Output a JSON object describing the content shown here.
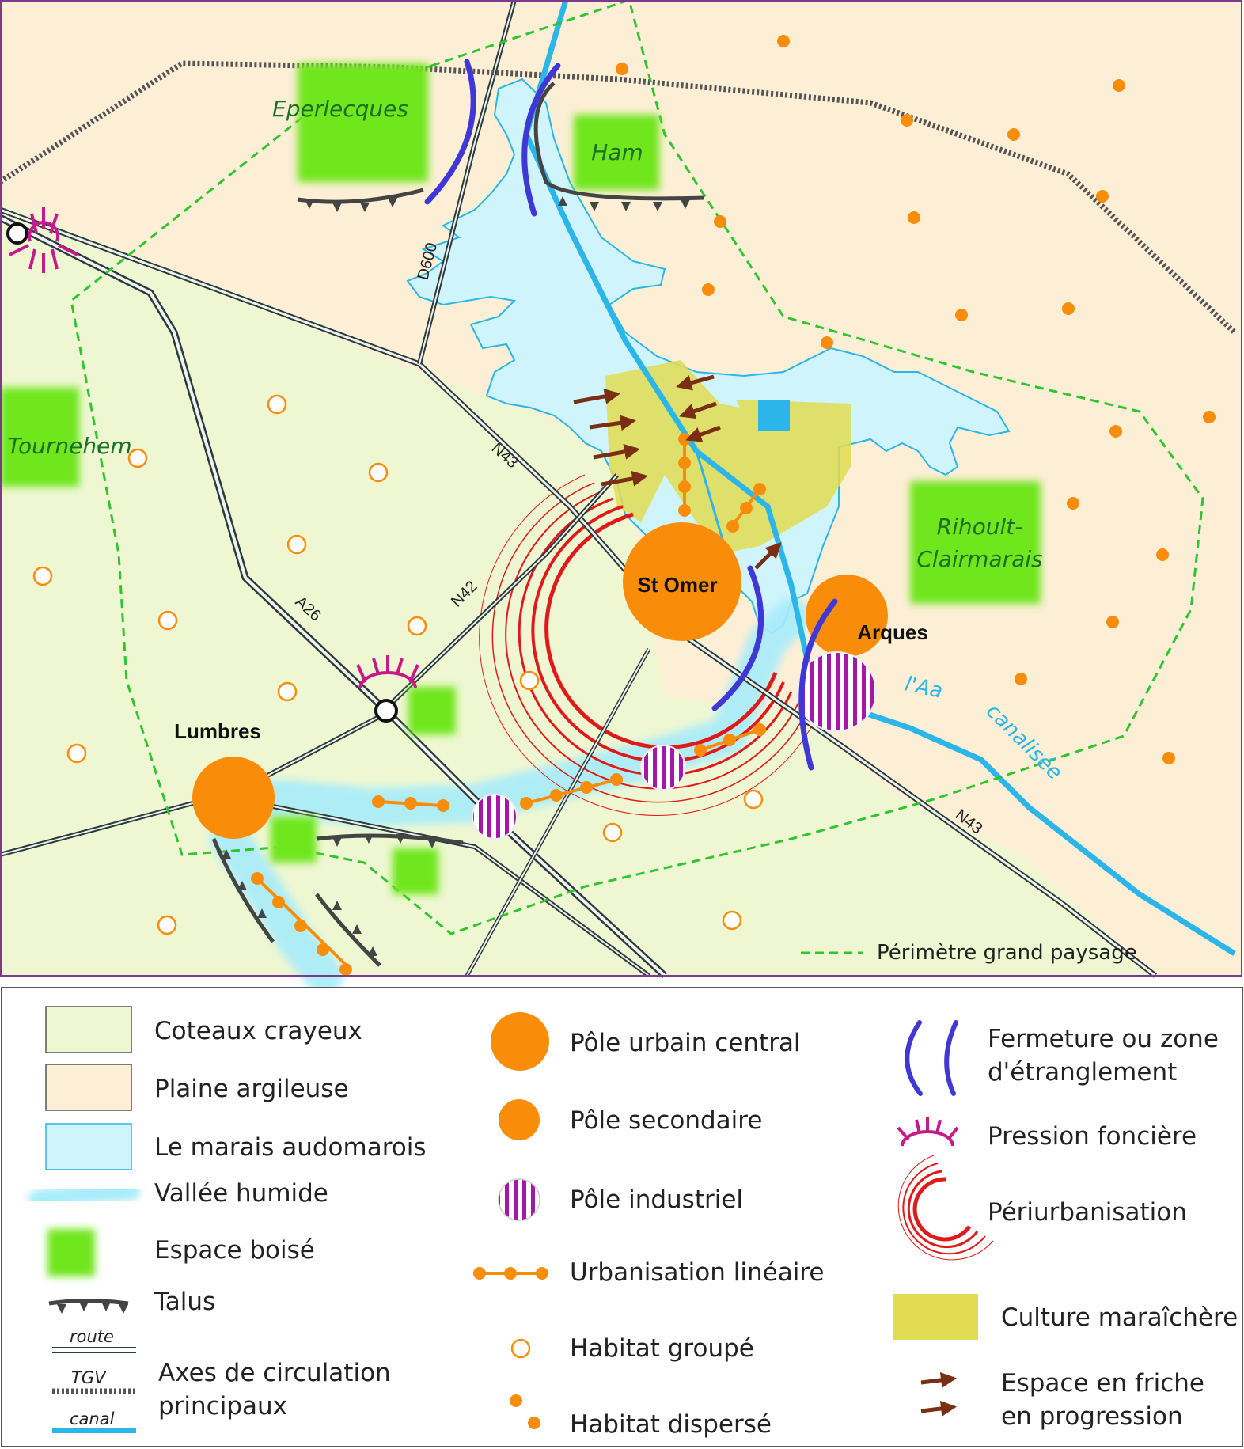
{
  "map": {
    "places": {
      "eperlecques": "Eperlecques",
      "ham": "Ham",
      "tournehem": "Tournehem",
      "rihoult_1": "Rihoult-",
      "rihoult_2": "Clairmarais",
      "st_omer": "St Omer",
      "arques": "Arques",
      "lumbres": "Lumbres"
    },
    "roads": {
      "d600": "D600",
      "n43_a": "N43",
      "n42": "N42",
      "a26": "A26",
      "n43_b": "N43"
    },
    "river": {
      "aa": "l'Aa",
      "canalisee": "canalisée"
    },
    "perimeter_label": "Périmètre grand paysage"
  },
  "legend": {
    "col1": {
      "coteaux": "Coteaux crayeux",
      "plaine": "Plaine argileuse",
      "marais": "Le marais audomarois",
      "vallee": "Vallée humide",
      "espace_boise": "Espace boisé",
      "talus": "Talus",
      "route": "route",
      "tgv": "TGV",
      "canal": "canal",
      "axes_1": "Axes de circulation",
      "axes_2": "principaux"
    },
    "col2": {
      "pole_central": "Pôle urbain central",
      "pole_secondaire": "Pôle secondaire",
      "pole_industriel": "Pôle industriel",
      "urbanisation": "Urbanisation linéaire",
      "habitat_groupe": "Habitat groupé",
      "habitat_disperse": "Habitat dispersé"
    },
    "col3": {
      "fermeture_1": "Fermeture ou zone",
      "fermeture_2": "d'étranglement",
      "pression": "Pression foncière",
      "periurbanisation": "Périurbanisation",
      "culture": "Culture maraîchère",
      "friche_1": "Espace en friche",
      "friche_2": "en progression"
    }
  },
  "colors": {
    "coteaux": "#eef7d2",
    "plaine": "#fcefd6",
    "marais": "#cff4fb",
    "water": "#2bb5e8",
    "wood": "#6fe61b",
    "orange": "#f98d0a",
    "industrial": "#a517a8",
    "crop": "#e2dc52",
    "pressure": "#c8198a",
    "periurban": "#e01a1a",
    "closure": "#3f37d6",
    "talus": "#444444",
    "perimeter": "#2fc52f",
    "friche": "#7a2f14",
    "frame": "#7d3a8c"
  }
}
